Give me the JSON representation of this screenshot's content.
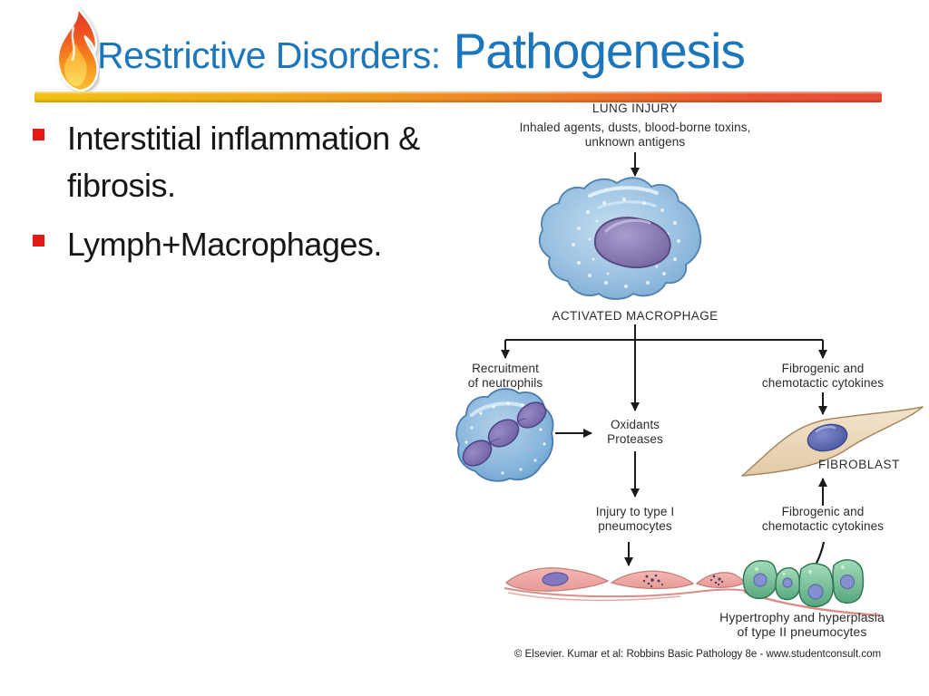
{
  "slide": {
    "title": {
      "prefix": "Restrictive Disorders:",
      "emphasis": "Pathogenesis"
    },
    "bullets": [
      "Interstitial inflammation & fibrosis.",
      "Lymph+Macrophages."
    ],
    "icons": {
      "logo": "flame-icon"
    },
    "colors": {
      "title_blue": "#1b76bc",
      "bullet_red": "#e31b18",
      "bar_gradient": [
        "#f2c111",
        "#ee7d27",
        "#e94b35"
      ],
      "macrophage_blue": "#9cc3e2",
      "nucleus_purple": "#8478bc",
      "fibroblast_tan": "#ecd9be",
      "pneumocyte_pink": "#efaaa7",
      "type2_green": "#74c398"
    }
  },
  "diagram": {
    "lung_injury_title": "LUNG INJURY",
    "lung_injury_subtitle": "Inhaled agents, dusts, blood-borne toxins,\nunknown antigens",
    "activated_macrophage_label": "ACTIVATED MACROPHAGE",
    "recruitment_label": "Recruitment\nof neutrophils",
    "fibrogenic_cytokines_upper_label": "Fibrogenic and\nchemotactic cytokines",
    "oxidants_label": "Oxidants\nProteases",
    "injury_type1_label": "Injury to type I\npneumocytes",
    "fibroblast_label": "FIBROBLAST",
    "fibrogenic_cytokines_lower_label": "Fibrogenic and\nchemotactic cytokines",
    "hypertrophy_label": "Hypertrophy and hyperplasia\nof type II pneumocytes",
    "credit": "© Elsevier. Kumar et al: Robbins Basic Pathology 8e - www.studentconsult.com"
  }
}
